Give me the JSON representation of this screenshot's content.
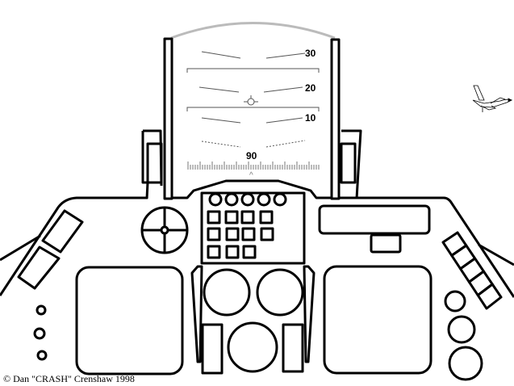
{
  "hud": {
    "pitch_30": "30",
    "pitch_20": "20",
    "pitch_10": "10",
    "heading": "90",
    "heading_caret": "^"
  },
  "copyright": "© Dan \"CRASH\" Crenshaw 1998",
  "colors": {
    "line": "#000000",
    "canopy": "#bbbbbb",
    "hud": "#555555"
  }
}
